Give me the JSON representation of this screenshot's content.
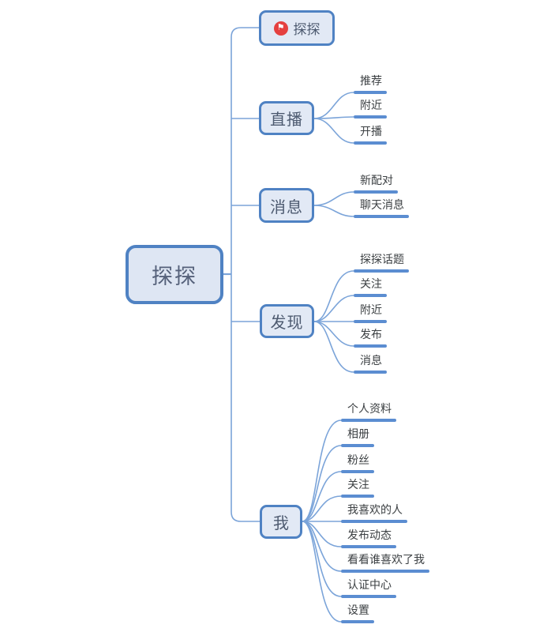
{
  "root": {
    "label": "探探"
  },
  "branches": [
    {
      "label": "探探",
      "icon": "flag-icon",
      "icon_glyph": "⚑",
      "children": []
    },
    {
      "label": "直播",
      "children": [
        "推荐",
        "附近",
        "开播"
      ]
    },
    {
      "label": "消息",
      "children": [
        "新配对",
        "聊天消息"
      ]
    },
    {
      "label": "发现",
      "children": [
        "探探话题",
        "关注",
        "附近",
        "发布",
        "消息"
      ]
    },
    {
      "label": "我",
      "children": [
        "个人资料",
        "相册",
        "粉丝",
        "关注",
        "我喜欢的人",
        "发布动态",
        "看看谁喜欢了我",
        "认证中心",
        "设置"
      ]
    }
  ],
  "colors": {
    "node_border": "#4f82c3",
    "node_fill": "#e2e9f5",
    "root_fill": "#dee6f3",
    "node_text": "#4d5a70",
    "leaf_text": "#3c4043",
    "leaf_underline": "#5b8dd1",
    "connector": "#7ba4d9",
    "flag_badge_bg": "#e5403f",
    "flag_badge_glyph": "#ffffff"
  }
}
